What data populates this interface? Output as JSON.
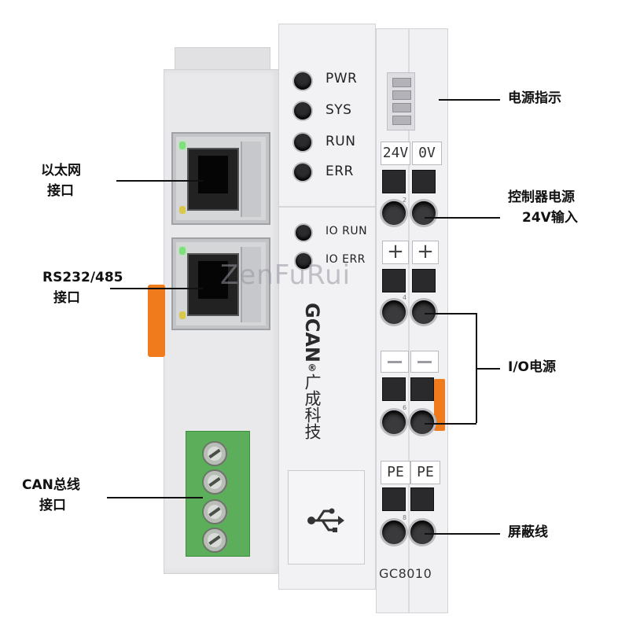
{
  "callouts": {
    "ethernet": [
      "以太网",
      "接口"
    ],
    "serial": [
      "RS232/485",
      "接口"
    ],
    "can": [
      "CAN总线",
      "接口"
    ],
    "power_indicator": "电源指示",
    "controller_power": [
      "控制器电源",
      "24V输入"
    ],
    "io_power": "I/O电源",
    "shield": "屏蔽线"
  },
  "status_leds": [
    "PWR",
    "SYS",
    "RUN",
    "ERR"
  ],
  "io_leds": [
    "IO RUN",
    "IO ERR"
  ],
  "brand": {
    "logo": "GCAN",
    "mark": "®",
    "name_cn": "广成科技"
  },
  "terminals": {
    "row1": [
      "24V",
      "0V"
    ],
    "row_pe": [
      "PE",
      "PE"
    ],
    "numbers": [
      "2",
      "4",
      "6",
      "8"
    ],
    "plus": [
      "+",
      "+"
    ]
  },
  "usb_icon": "usb-icon",
  "model": "GC8010",
  "watermark": "ZenFuRui",
  "colors": {
    "can_block": "#5dae5a",
    "orange_tab": "#f07b1c",
    "housing": "#e9e9eb"
  }
}
